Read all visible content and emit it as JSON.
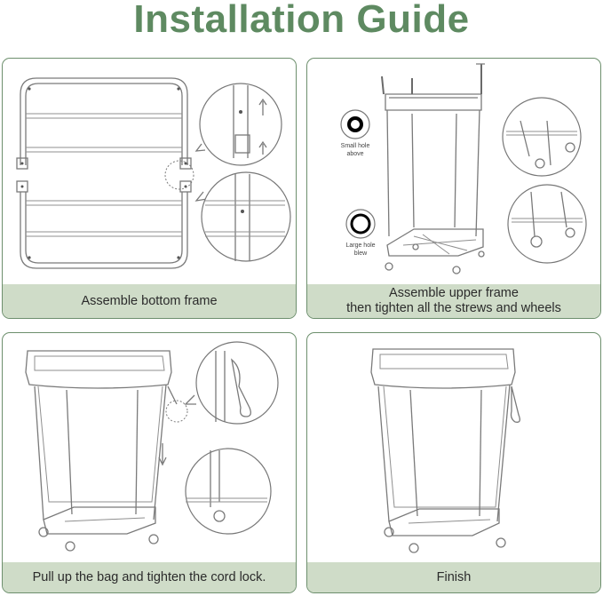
{
  "title": "Installation Guide",
  "panels": [
    {
      "caption": "Assemble bottom frame"
    },
    {
      "caption_line1": "Assemble upper frame",
      "caption_line2": "then tighten all the strews and wheels",
      "label_small_1": "Small hole",
      "label_small_2": "above",
      "label_large_1": "Large hole",
      "label_large_2": "blew"
    },
    {
      "caption": "Pull up the bag and tighten the cord lock."
    },
    {
      "caption": "Finish"
    }
  ],
  "colors": {
    "title": "#5e8a61",
    "caption_bg": "#cfdcc8",
    "border": "#6d8f6d"
  }
}
